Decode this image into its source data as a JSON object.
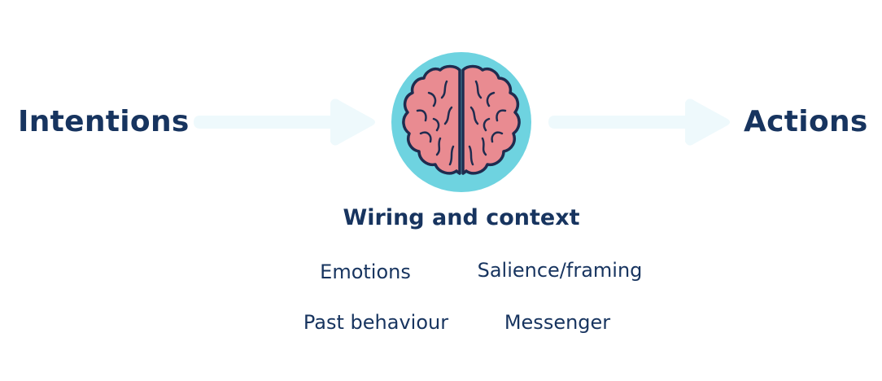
{
  "diagram": {
    "input_label": "Intentions",
    "output_label": "Actions",
    "center_title": "Wiring and context",
    "factors": [
      "Emotions",
      "Salience/framing",
      "Past behaviour",
      "Messenger"
    ],
    "icons": {
      "center": "brain-icon",
      "flow": "arrow-right-icon"
    },
    "colors": {
      "text": "#17345f",
      "arrow": "#eef9fc",
      "circle": "#6ed3e0",
      "brain_fill": "#e98b91",
      "brain_stroke": "#1f2c4f"
    }
  }
}
